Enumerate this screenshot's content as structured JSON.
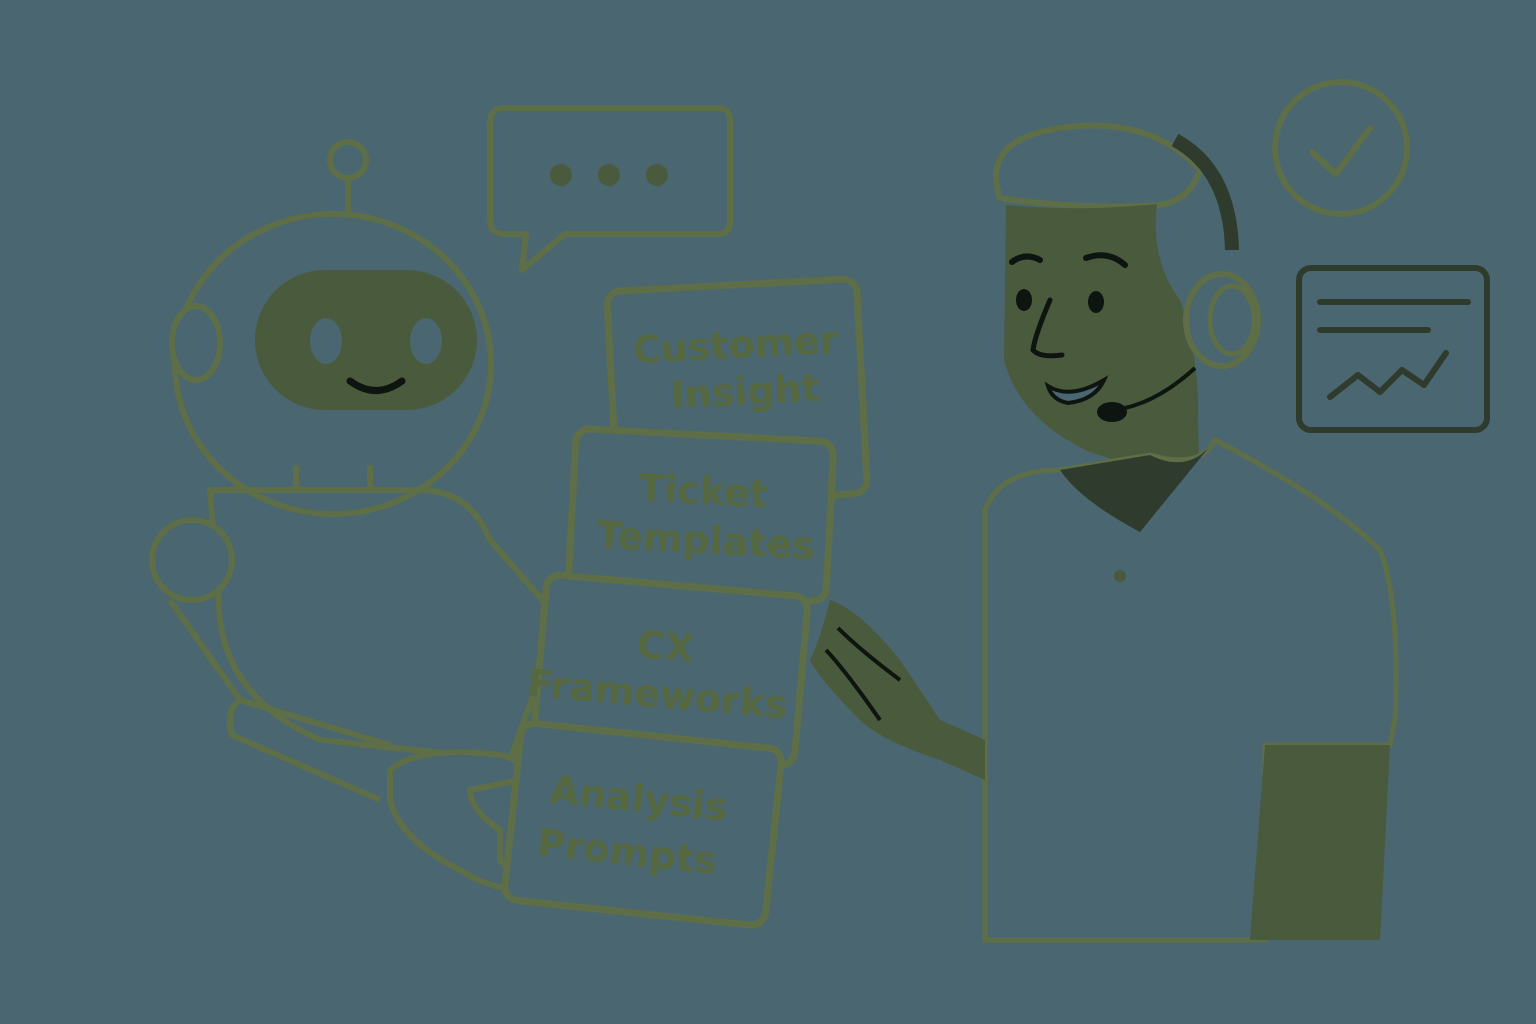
{
  "colors": {
    "background": "#4a6670",
    "line": "#5e6f47",
    "fill": "#4a5a3c",
    "dark": "#0e1410",
    "panel": "#2f3b2c"
  },
  "cards": [
    {
      "line1": "Customer",
      "line2": "Insight"
    },
    {
      "line1": "Ticket",
      "line2": "Templates"
    },
    {
      "line1": "CX",
      "line2": "Frameworks"
    },
    {
      "line1": "Analysis",
      "line2": "Prompts"
    }
  ],
  "icons": [
    "speech-bubble-icon",
    "check-circle-icon",
    "report-chart-icon",
    "headset-icon"
  ]
}
